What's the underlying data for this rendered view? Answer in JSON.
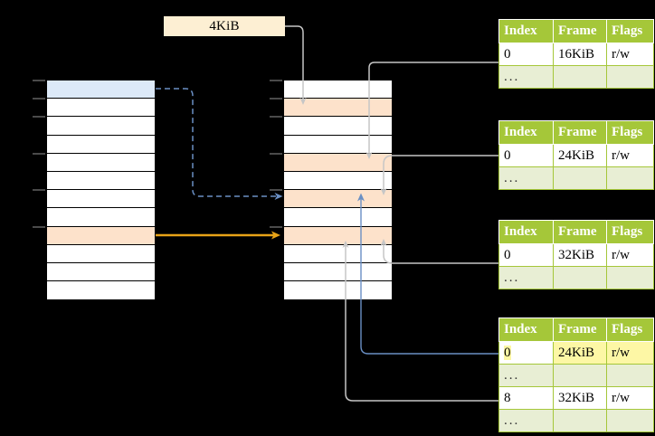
{
  "diagram": {
    "title_label": "4KiB",
    "left_stack": {
      "name": "virtual-address-space",
      "row_count": 12,
      "highlights": [
        {
          "index": 0,
          "color": "#dce9f8",
          "role": "blue-page"
        },
        {
          "index": 8,
          "color": "#fde2cb",
          "role": "peach-page"
        }
      ]
    },
    "middle_stack": {
      "name": "physical-memory",
      "row_count": 12,
      "highlights": [
        {
          "index": 1,
          "color": "#fde2cb",
          "role": "frame-16KiB"
        },
        {
          "index": 4,
          "color": "#fde2cb",
          "role": "frame-24KiB"
        },
        {
          "index": 6,
          "color": "#fde2cb",
          "role": "frame-24KiB-target"
        },
        {
          "index": 8,
          "color": "#fde2cb",
          "role": "frame-32KiB"
        }
      ]
    },
    "colors": {
      "header_green": "#a5c739",
      "dots_row": "#e8eed4",
      "highlight_yellow": "#fdf7a5",
      "page_blue": "#dce9f8",
      "page_peach": "#fde2cb",
      "arrow_orange": "#e8a317",
      "arrow_blue": "#6a8fc4",
      "arrow_gray": "#bfbfbf",
      "label_cream": "#fdefd3"
    }
  },
  "tables": [
    {
      "id": "ptable-1",
      "headers": [
        "Index",
        "Frame",
        "Flags"
      ],
      "rows": [
        {
          "type": "data",
          "cells": [
            "0",
            "16KiB",
            "r/w"
          ],
          "highlight": []
        },
        {
          "type": "dots",
          "cells": [
            "...",
            "",
            ""
          ],
          "highlight": []
        }
      ]
    },
    {
      "id": "ptable-2",
      "headers": [
        "Index",
        "Frame",
        "Flags"
      ],
      "rows": [
        {
          "type": "data",
          "cells": [
            "0",
            "24KiB",
            "r/w"
          ],
          "highlight": []
        },
        {
          "type": "dots",
          "cells": [
            "...",
            "",
            ""
          ],
          "highlight": []
        }
      ]
    },
    {
      "id": "ptable-3",
      "headers": [
        "Index",
        "Frame",
        "Flags"
      ],
      "rows": [
        {
          "type": "data",
          "cells": [
            "0",
            "32KiB",
            "r/w"
          ],
          "highlight": []
        },
        {
          "type": "dots",
          "cells": [
            "...",
            "",
            ""
          ],
          "highlight": []
        }
      ]
    },
    {
      "id": "ptable-4",
      "headers": [
        "Index",
        "Frame",
        "Flags"
      ],
      "rows": [
        {
          "type": "data",
          "cells": [
            "0",
            "24KiB",
            "r/w"
          ],
          "highlight": [
            "index",
            "frame",
            "flags"
          ]
        },
        {
          "type": "dots",
          "cells": [
            "...",
            "",
            ""
          ],
          "highlight": []
        },
        {
          "type": "data",
          "cells": [
            "8",
            "32KiB",
            "r/w"
          ],
          "highlight": []
        },
        {
          "type": "dots",
          "cells": [
            "...",
            "",
            ""
          ],
          "highlight": []
        }
      ]
    }
  ]
}
